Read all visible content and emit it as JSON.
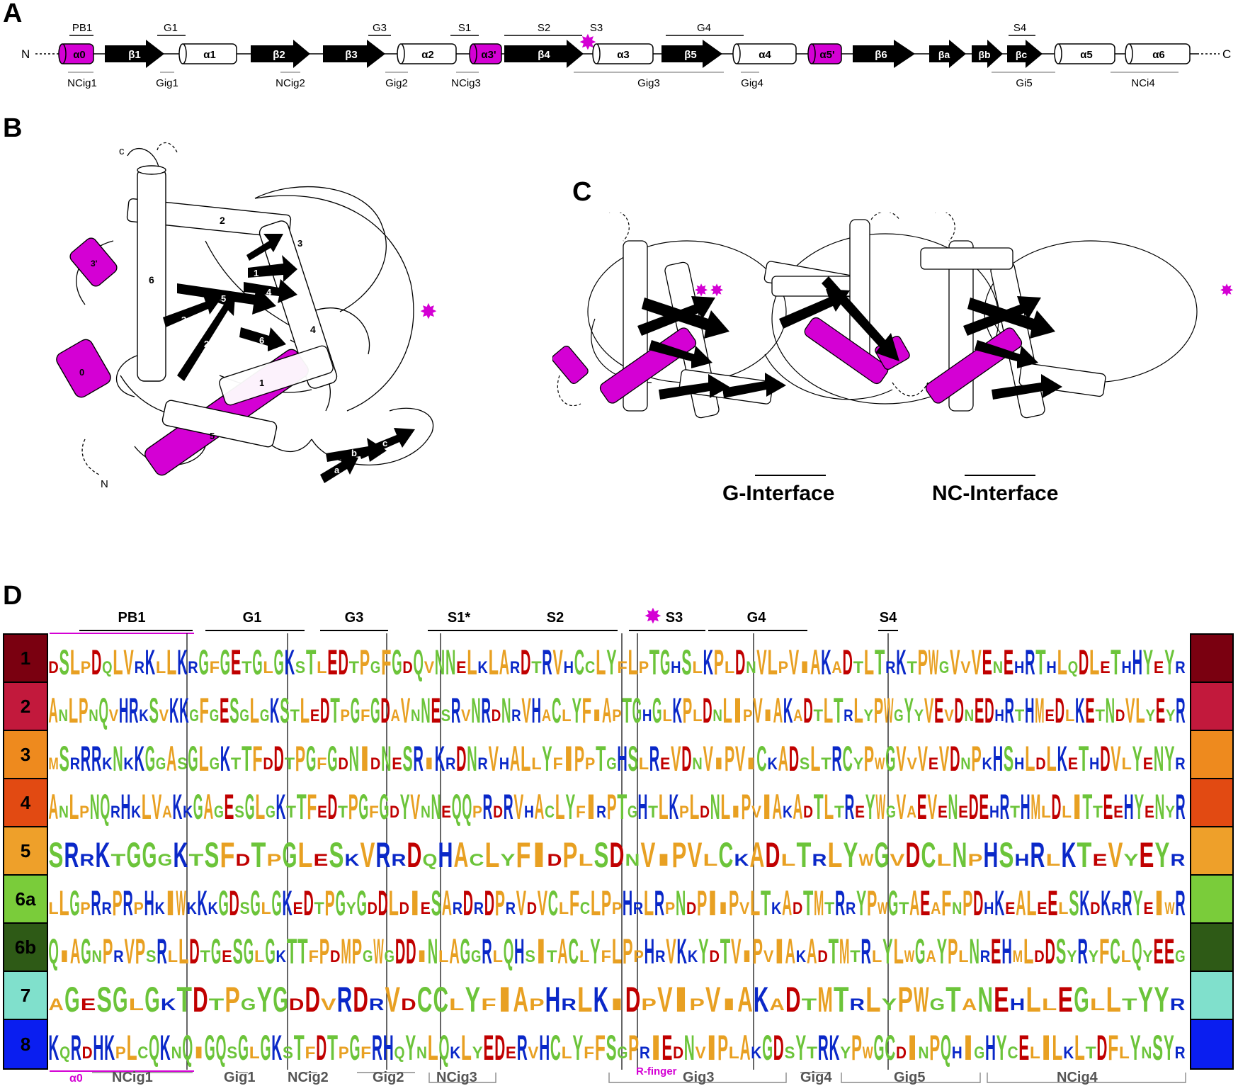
{
  "panels": {
    "a": "A",
    "b": "B",
    "c": "C",
    "d": "D"
  },
  "colors": {
    "magenta": "#d400d4",
    "black": "#000000",
    "white": "#ffffff",
    "gray": "#888888"
  },
  "topology": {
    "n_term": "N",
    "c_term": "C",
    "elements": [
      {
        "type": "helix",
        "label": "α0",
        "color": "magenta"
      },
      {
        "type": "strand",
        "label": "β1"
      },
      {
        "type": "helix",
        "label": "α1",
        "color": "white"
      },
      {
        "type": "strand",
        "label": "β2"
      },
      {
        "type": "strand",
        "label": "β3"
      },
      {
        "type": "helix",
        "label": "α2",
        "color": "white"
      },
      {
        "type": "helix",
        "label": "α3'",
        "color": "magenta"
      },
      {
        "type": "strand",
        "label": "β4"
      },
      {
        "type": "helix",
        "label": "α3",
        "color": "white"
      },
      {
        "type": "strand",
        "label": "β5"
      },
      {
        "type": "helix",
        "label": "α4",
        "color": "white"
      },
      {
        "type": "helix",
        "label": "α5'",
        "color": "magenta"
      },
      {
        "type": "strand",
        "label": "β6"
      },
      {
        "type": "strand",
        "label": "βa"
      },
      {
        "type": "strand",
        "label": "βb"
      },
      {
        "type": "strand",
        "label": "βc"
      },
      {
        "type": "helix",
        "label": "α5",
        "color": "white"
      },
      {
        "type": "helix",
        "label": "α6",
        "color": "white"
      }
    ],
    "motifs_top": [
      "PB1",
      "G1",
      "G3",
      "S1",
      "S2",
      "S3",
      "G4",
      "S4"
    ],
    "motifs_bottom": [
      "NCig1",
      "Gig1",
      "NCig2",
      "Gig2",
      "NCig3",
      "Gig3",
      "Gig4",
      "Gi5",
      "NCi4"
    ]
  },
  "panel_b": {
    "c_label": "c",
    "n_label": "N",
    "helix_labels": [
      "2",
      "3'",
      "3",
      "6",
      "4",
      "0",
      "5'",
      "5",
      "1"
    ],
    "strand_labels": [
      "1",
      "4",
      "5",
      "3",
      "2",
      "6",
      "a",
      "b",
      "c"
    ]
  },
  "panel_c": {
    "interface_g": "G-Interface",
    "interface_nc": "NC-Interface"
  },
  "logo": {
    "motifs_top": [
      "PB1",
      "G1",
      "G3",
      "S1*",
      "S2",
      "S3",
      "G4",
      "S4"
    ],
    "rows": [
      {
        "label": "1",
        "color": "#7a0010"
      },
      {
        "label": "2",
        "color": "#c2193c"
      },
      {
        "label": "3",
        "color": "#ee8a1e"
      },
      {
        "label": "4",
        "color": "#e24a12"
      },
      {
        "label": "5",
        "color": "#eea02a"
      },
      {
        "label": "6a",
        "color": "#7acc3a"
      },
      {
        "label": "6b",
        "color": "#2e5a16"
      },
      {
        "label": "7",
        "color": "#80e0cc"
      },
      {
        "label": "8",
        "color": "#0a1ef0"
      }
    ],
    "sequences": [
      "DSLPDQLVRKLLKRGFGETGLGKSTLEDTPGFGDQVNNELKLARDTRVHCCLYFLPTGHSLKPLDNVLPVIAKADTLTRKTPWGVVVENEHRTHLQDLETHHYEYR",
      "ANLPNQVHRKSVKKGFGESGLGKSTLEDTPGFGDAVNNESRVNRDNRVHACLYFIAPTGHGLKPLDNLIPVIAKADTLTRLYPWGYYVEVDNEDHRTHMEDLKETNDVLYEYR",
      "MSRRRKNKKGGASGLGKTTFDDTPGFGDNIDNESRIKRDNRVHALLYFIPPTGHSLREVDNVIPVICKADSLTRCYPWGVVVEVDNPKHSHLDLKETHDVLYENYR",
      "ANLPNQRHKLVAKKGAGESGLGKTTFEDTPGFGDYVNNEQQPRDRVHACLYFIRPTGHTLKPLDNLIPVIAKADTLTRE YWGVAEVENEDEHRTHMLDLITTEEHYENYR",
      "SRRKTGGGKTSFDTPGLESKVRRDQHACLYFIDPLSDNVIPVLCKADLTRLYWGVDCLNPHSHRLKTEVYEYR",
      "LLGPRRPRPHKIWKKKGDSGLGKEDTPGYGDDLDIESARDRDPRVDVCLFCLPPHRLRPNDPIIPVLTKADTMTRRYPWGTAEAFNPDHKEALEELSKDKRRYEIWR",
      "QIAGNPRVPSRLLDTGESGLGKTTFPDMPGWGDDINLAGGRLQHSITACLYFLPPHRVKKYDTVIPVIAKADTMTRLYLWGAYPLNREHMLDDSYRYFCLQYEEG",
      "AGESGLGKTDTPGYGDDVRDRVDCCLYFIAPHRLKIDPVIPVIAKADTMTRLYPWGTANEHLLEGLLTYYR",
      "KQRDHKPLCQKNQIGQSGLGKSTFDTPGFRHQYNLQKLYEDERVHCLYFFSGPRIEDNVIPLAKGDSYTRKYPWGCDINPQHIGHYCELILKLTDFLYNSYR"
    ],
    "bottom_labels": [
      "α0",
      "NCig1",
      "Gig1",
      "NCig2",
      "Gig2",
      "NCig3",
      "R-finger",
      "Gig3",
      "Gig4",
      "Gig5",
      "NCig4"
    ]
  }
}
